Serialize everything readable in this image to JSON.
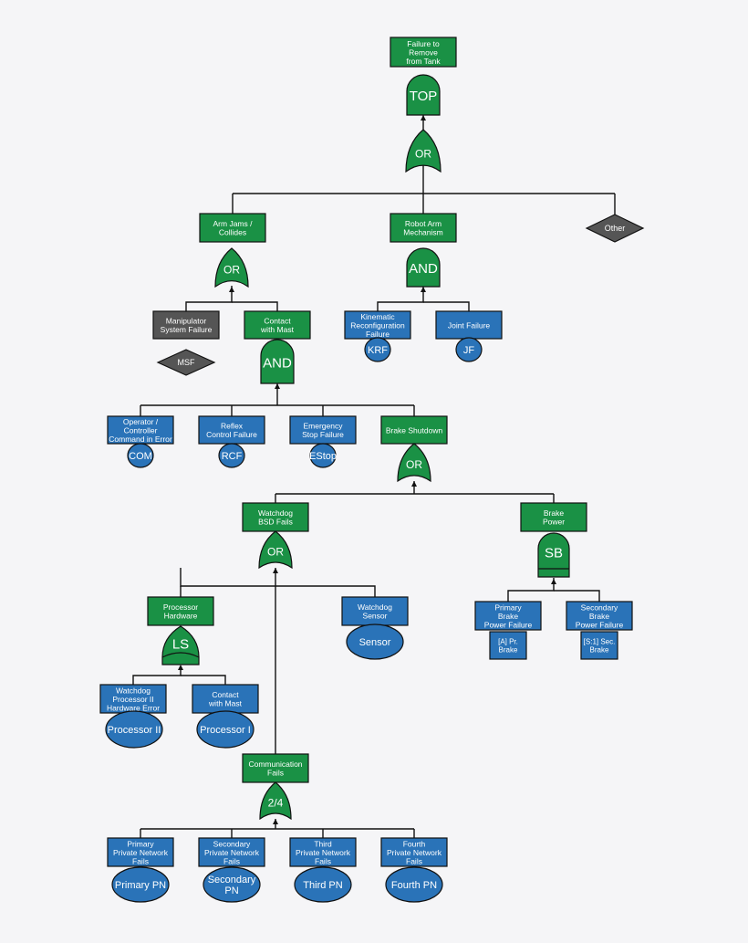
{
  "colors": {
    "event": "#1a9145",
    "basic": "#2a73b8",
    "dark": "#555555",
    "line": "#111111"
  },
  "events": {
    "top": {
      "lines": [
        "Failure to",
        "Remove",
        "from Tank"
      ],
      "kind": "event"
    },
    "arm_jams": {
      "lines": [
        "Arm Jams /",
        "Collides"
      ],
      "kind": "event"
    },
    "robot_arm": {
      "lines": [
        "Robot Arm",
        "Mechanism"
      ],
      "kind": "event"
    },
    "manip": {
      "lines": [
        "Manipulator",
        "System Failure"
      ],
      "kind": "dark"
    },
    "contact_top": {
      "lines": [
        "Contact",
        "with Mast"
      ],
      "kind": "event"
    },
    "kinematic": {
      "lines": [
        "Kinematic",
        "Reconfiguration",
        "Failure"
      ],
      "kind": "basic"
    },
    "joint": {
      "lines": [
        "Joint Failure"
      ],
      "kind": "basic"
    },
    "operator": {
      "lines": [
        "Operator /",
        "Controller",
        "Command in Error"
      ],
      "kind": "basic"
    },
    "reflex": {
      "lines": [
        "Reflex",
        "Control Failure"
      ],
      "kind": "basic"
    },
    "emergency": {
      "lines": [
        "Emergency",
        "Stop Failure"
      ],
      "kind": "basic"
    },
    "brake_sd": {
      "lines": [
        "Brake Shutdown"
      ],
      "kind": "event"
    },
    "watchdog_bsd": {
      "lines": [
        "Watchdog",
        "BSD Fails"
      ],
      "kind": "event"
    },
    "brake_power": {
      "lines": [
        "Brake",
        "Power"
      ],
      "kind": "event"
    },
    "proc_hw": {
      "lines": [
        "Processor",
        "Hardware"
      ],
      "kind": "event"
    },
    "wd_sensor": {
      "lines": [
        "Watchdog",
        "Sensor"
      ],
      "kind": "basic"
    },
    "primary_brake": {
      "lines": [
        "Primary",
        "Brake",
        "Power Failure"
      ],
      "kind": "basic"
    },
    "secondary_brake": {
      "lines": [
        "Secondary",
        "Brake",
        "Power Failure"
      ],
      "kind": "basic"
    },
    "wd_proc2": {
      "lines": [
        "Watchdog",
        "Processor II",
        "Hardware Error"
      ],
      "kind": "basic"
    },
    "contact_bot": {
      "lines": [
        "Contact",
        "with Mast"
      ],
      "kind": "basic"
    },
    "comm": {
      "lines": [
        "Communication",
        "Fails"
      ],
      "kind": "event"
    },
    "ppn": {
      "lines": [
        "Primary",
        "Private Network",
        "Fails"
      ],
      "kind": "basic"
    },
    "spn": {
      "lines": [
        "Secondary",
        "Private Network",
        "Fails"
      ],
      "kind": "basic"
    },
    "tpn": {
      "lines": [
        "Third",
        "Private Network",
        "Fails"
      ],
      "kind": "basic"
    },
    "fpn": {
      "lines": [
        "Fourth",
        "Private Network",
        "Fails"
      ],
      "kind": "basic"
    }
  },
  "gates": {
    "top_gate": {
      "label": "TOP",
      "type": "and"
    },
    "or1": {
      "label": "OR",
      "type": "or"
    },
    "or_arm": {
      "label": "OR",
      "type": "or"
    },
    "and_robot": {
      "label": "AND",
      "type": "and"
    },
    "and_contact": {
      "label": "AND",
      "type": "and"
    },
    "or_brake": {
      "label": "OR",
      "type": "or"
    },
    "or_wd": {
      "label": "OR",
      "type": "or"
    },
    "sb": {
      "label": "SB",
      "type": "sb"
    },
    "ls": {
      "label": "LS",
      "type": "ls"
    },
    "vote": {
      "label": "2/4",
      "type": "or"
    }
  },
  "basic_circles": {
    "krf": [
      "KRF"
    ],
    "jf": [
      "JF"
    ],
    "com": [
      "COM"
    ],
    "rcf": [
      "RCF"
    ],
    "estop": [
      "EStop"
    ],
    "sensor": [
      "Sensor"
    ],
    "proc2": [
      "Processor II"
    ],
    "proc1": [
      "Processor I"
    ],
    "primary_pn": [
      "Primary PN"
    ],
    "secondary_pn": [
      "Secondary",
      "PN"
    ],
    "third_pn": [
      "Third PN"
    ],
    "fourth_pn": [
      "Fourth PN"
    ]
  },
  "tags": {
    "pr_brake": [
      "[A] Pr.",
      "Brake"
    ],
    "sec_brake": [
      "[S:1] Sec.",
      "Brake"
    ]
  },
  "diamonds": {
    "other": "Other",
    "msf": "MSF"
  }
}
